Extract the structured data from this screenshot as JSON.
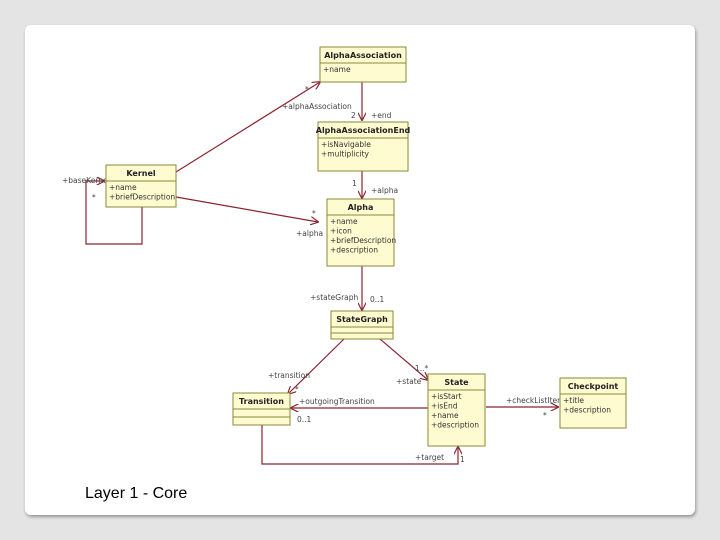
{
  "caption": "Layer 1 - Core",
  "colors": {
    "class_fill": "#fffbd0",
    "class_stroke": "#8a8a3a",
    "edge": "#8a2430"
  },
  "classes": {
    "alpha_association": {
      "name": "AlphaAssociation",
      "attrs": [
        "+name"
      ]
    },
    "alpha_association_end": {
      "name": "AlphaAssociationEnd",
      "attrs": [
        "+isNavigable",
        "+multiplicity"
      ]
    },
    "kernel": {
      "name": "Kernel",
      "attrs": [
        "+name",
        "+briefDescription"
      ]
    },
    "alpha": {
      "name": "Alpha",
      "attrs": [
        "+name",
        "+icon",
        "+briefDescription",
        "+description"
      ]
    },
    "state_graph": {
      "name": "StateGraph",
      "attrs": []
    },
    "transition": {
      "name": "Transition",
      "attrs": []
    },
    "state": {
      "name": "State",
      "attrs": [
        "+isStart",
        "+isEnd",
        "+name",
        "+description"
      ]
    },
    "checkpoint": {
      "name": "Checkpoint",
      "attrs": [
        "+title",
        "+description"
      ]
    }
  },
  "labels": {
    "alpha_association_role": "+alphaAssociation",
    "alpha_association_mult": "*",
    "end_role": "+end",
    "end_mult": "2",
    "alpha_role_top": "+alpha",
    "alpha_mult_top": "1",
    "base_kernel_role": "+baseKernel",
    "base_kernel_mult": "*",
    "kernel_alpha_role": "+alpha",
    "kernel_alpha_mult": "*",
    "state_graph_role": "+stateGraph",
    "state_graph_mult": "0..1",
    "transition_role": "+transition",
    "transition_mult": "*",
    "state_role": "+state",
    "state_mult": "1..*",
    "outgoing_role": "+outgoingTransition",
    "outgoing_mult": "0..1",
    "checklist_role": "+checkListItem",
    "checklist_mult": "*",
    "target_role": "+target",
    "target_mult": "1"
  }
}
